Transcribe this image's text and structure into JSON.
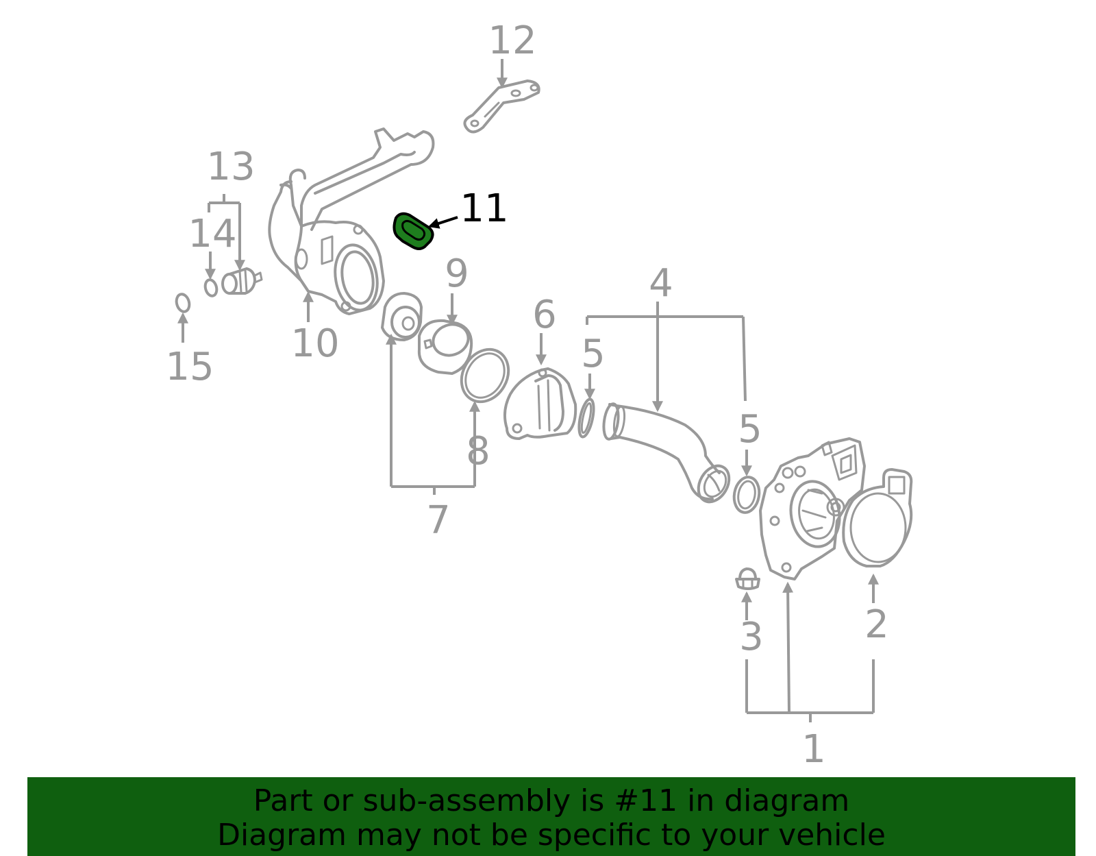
{
  "callouts": {
    "c1": "1",
    "c2": "2",
    "c3": "3",
    "c4": "4",
    "c5a": "5",
    "c5b": "5",
    "c6": "6",
    "c7": "7",
    "c8": "8",
    "c9": "9",
    "c10": "10",
    "c11": "11",
    "c12": "12",
    "c13": "13",
    "c14": "14",
    "c15": "15"
  },
  "highlighted_part": "11",
  "banner": {
    "line1": "Part or sub-assembly is #11 in diagram",
    "line2": "Diagram may not be specific to your vehicle"
  },
  "colors": {
    "line_gray": "#999999",
    "highlight_green": "#1e7d1e",
    "banner_green": "#0f5f0f",
    "text_black": "#000000"
  }
}
